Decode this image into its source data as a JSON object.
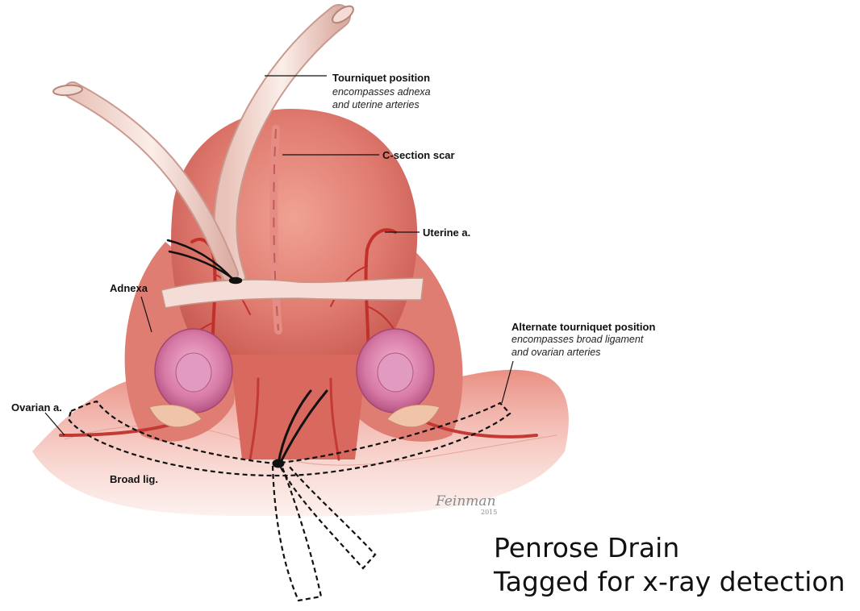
{
  "labels": {
    "tourniquet_position": "Tourniquet position",
    "tourniquet_desc_1": "encompasses adnexa",
    "tourniquet_desc_2": "and uterine arteries",
    "c_section_scar": "C-section scar",
    "uterine_a": "Uterine a.",
    "adnexa": "Adnexa",
    "alternate_position": "Alternate tourniquet position",
    "alternate_desc_1": "encompasses broad ligament",
    "alternate_desc_2": "and ovarian arteries",
    "ovarian_a": "Ovarian a.",
    "broad_lig": "Broad lig."
  },
  "signature": {
    "name": "Feinman",
    "year": "2015"
  },
  "caption": {
    "line1": "Penrose Drain",
    "line2": "Tagged for x-ray detection"
  },
  "colors": {
    "tissue": "#e8847a",
    "tissue_dark": "#c9574f",
    "artery": "#c0312b",
    "ovary": "#d77aa6",
    "tube": "#f3d7cf",
    "dashed_line": "#111111"
  }
}
